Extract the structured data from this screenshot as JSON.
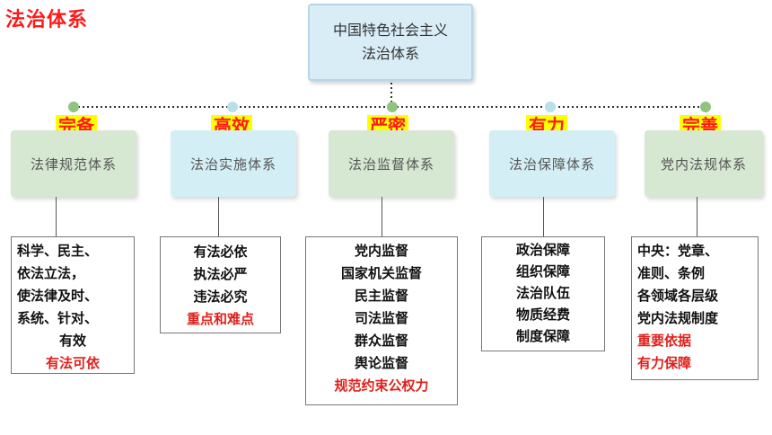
{
  "title": "法治体系",
  "root": {
    "line1": "中国特色社会主义",
    "line2": "法治体系"
  },
  "branches": [
    {
      "tag": "完备",
      "system": "法律规范体系",
      "details": [
        "科学、民主、",
        "依法立法，",
        "使法律及时、",
        "系统、针对、",
        "有效"
      ],
      "highlight": [
        "有法可依"
      ]
    },
    {
      "tag": "高效",
      "system": "法治实施体系",
      "details": [
        "有法必依",
        "执法必严",
        "违法必究"
      ],
      "highlight": [
        "重点和难点"
      ]
    },
    {
      "tag": "严密",
      "system": "法治监督体系",
      "details": [
        "党内监督",
        "国家机关监督",
        "民主监督",
        "司法监督",
        "群众监督",
        "舆论监督"
      ],
      "highlight": [
        "规范约束公权力"
      ]
    },
    {
      "tag": "有力",
      "system": "法治保障体系",
      "details": [
        "政治保障",
        "组织保障",
        "法治队伍",
        "物质经费",
        "制度保障"
      ],
      "highlight": []
    },
    {
      "tag": "完善",
      "system": "党内法规体系",
      "details": [
        "中央：党章、",
        "准则、条例",
        "各领域各层级",
        "党内法规制度"
      ],
      "highlight": [
        "重要依据",
        "有力保障"
      ]
    }
  ],
  "colors": {
    "title_red": "#ff1a1a",
    "tag_bg": "#ffff00",
    "green_box": "#d6e7d2",
    "blue_box": "#d4eef5",
    "root_box": "#d9edf7",
    "highlight_red": "#e0201a"
  }
}
